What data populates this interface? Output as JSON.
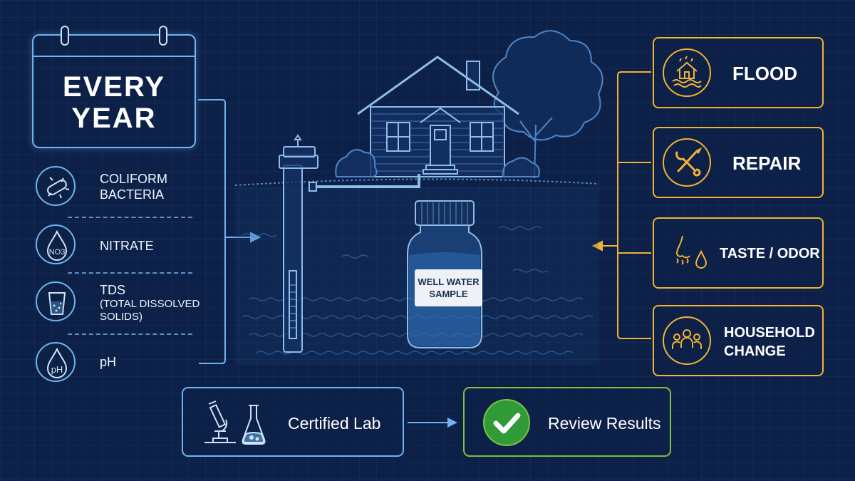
{
  "calendar": {
    "line1": "EVERY",
    "line2": "YEAR"
  },
  "tests": [
    {
      "label": "COLIFORM",
      "label2": "BACTERIA",
      "icon": "bacteria-icon"
    },
    {
      "label": "NITRATE",
      "icon": "droplet-no3-icon",
      "icon_text": "NO3"
    },
    {
      "label": "TDS",
      "sub1": "(TOTAL DISSOLVED",
      "sub2": "SOLIDS)",
      "icon": "water-glass-icon"
    },
    {
      "label": "pH",
      "icon": "droplet-ph-icon",
      "icon_text": "pH"
    }
  ],
  "sample": {
    "line1": "WELL WATER",
    "line2": "SAMPLE"
  },
  "triggers": [
    {
      "label": "FLOOD",
      "icon": "flooded-house-icon"
    },
    {
      "label": "REPAIR",
      "icon": "wrench-screwdriver-icon"
    },
    {
      "label": "TASTE / ODOR",
      "icon": "nose-drop-icon"
    },
    {
      "label": "HOUSEHOLD",
      "label2": "CHANGE",
      "icon": "family-icon"
    }
  ],
  "process": {
    "lab": {
      "label": "Certified Lab",
      "icons": [
        "microscope-icon",
        "flask-icon"
      ]
    },
    "review": {
      "label": "Review Results",
      "icon": "checkmark-icon"
    }
  },
  "colors": {
    "background": "#0d2148",
    "blue_accent": "#6fb4f2",
    "orange_accent": "#f2b233",
    "green_accent": "#7dc242",
    "check_green": "#2f9a37"
  }
}
